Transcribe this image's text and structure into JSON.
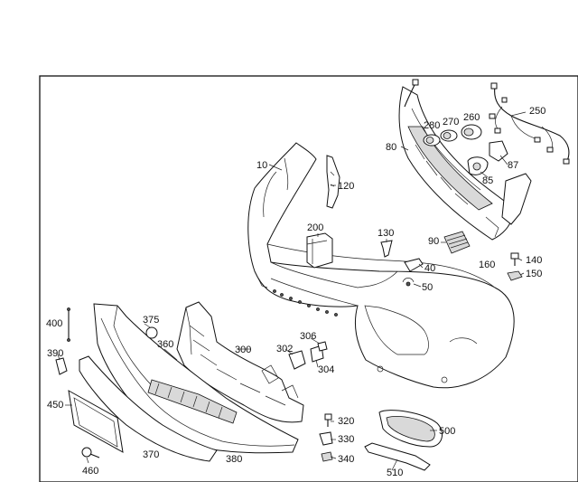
{
  "diagram": {
    "labels": {
      "p10": "10",
      "p40": "40",
      "p50": "50",
      "p80": "80",
      "p85": "85",
      "p87": "87",
      "p90": "90",
      "p120": "120",
      "p130": "130",
      "p140": "140",
      "p150": "150",
      "p160": "160",
      "p200": "200",
      "p250": "250",
      "p260": "260",
      "p270": "270",
      "p280": "280",
      "p300": "300",
      "p302": "302",
      "p304": "304",
      "p306": "306",
      "p320": "320",
      "p330": "330",
      "p340": "340",
      "p360": "360",
      "p370": "370",
      "p375": "375",
      "p380": "380",
      "p390": "390",
      "p400": "400",
      "p450": "450",
      "p460": "460",
      "p500": "500",
      "p510": "510"
    }
  }
}
